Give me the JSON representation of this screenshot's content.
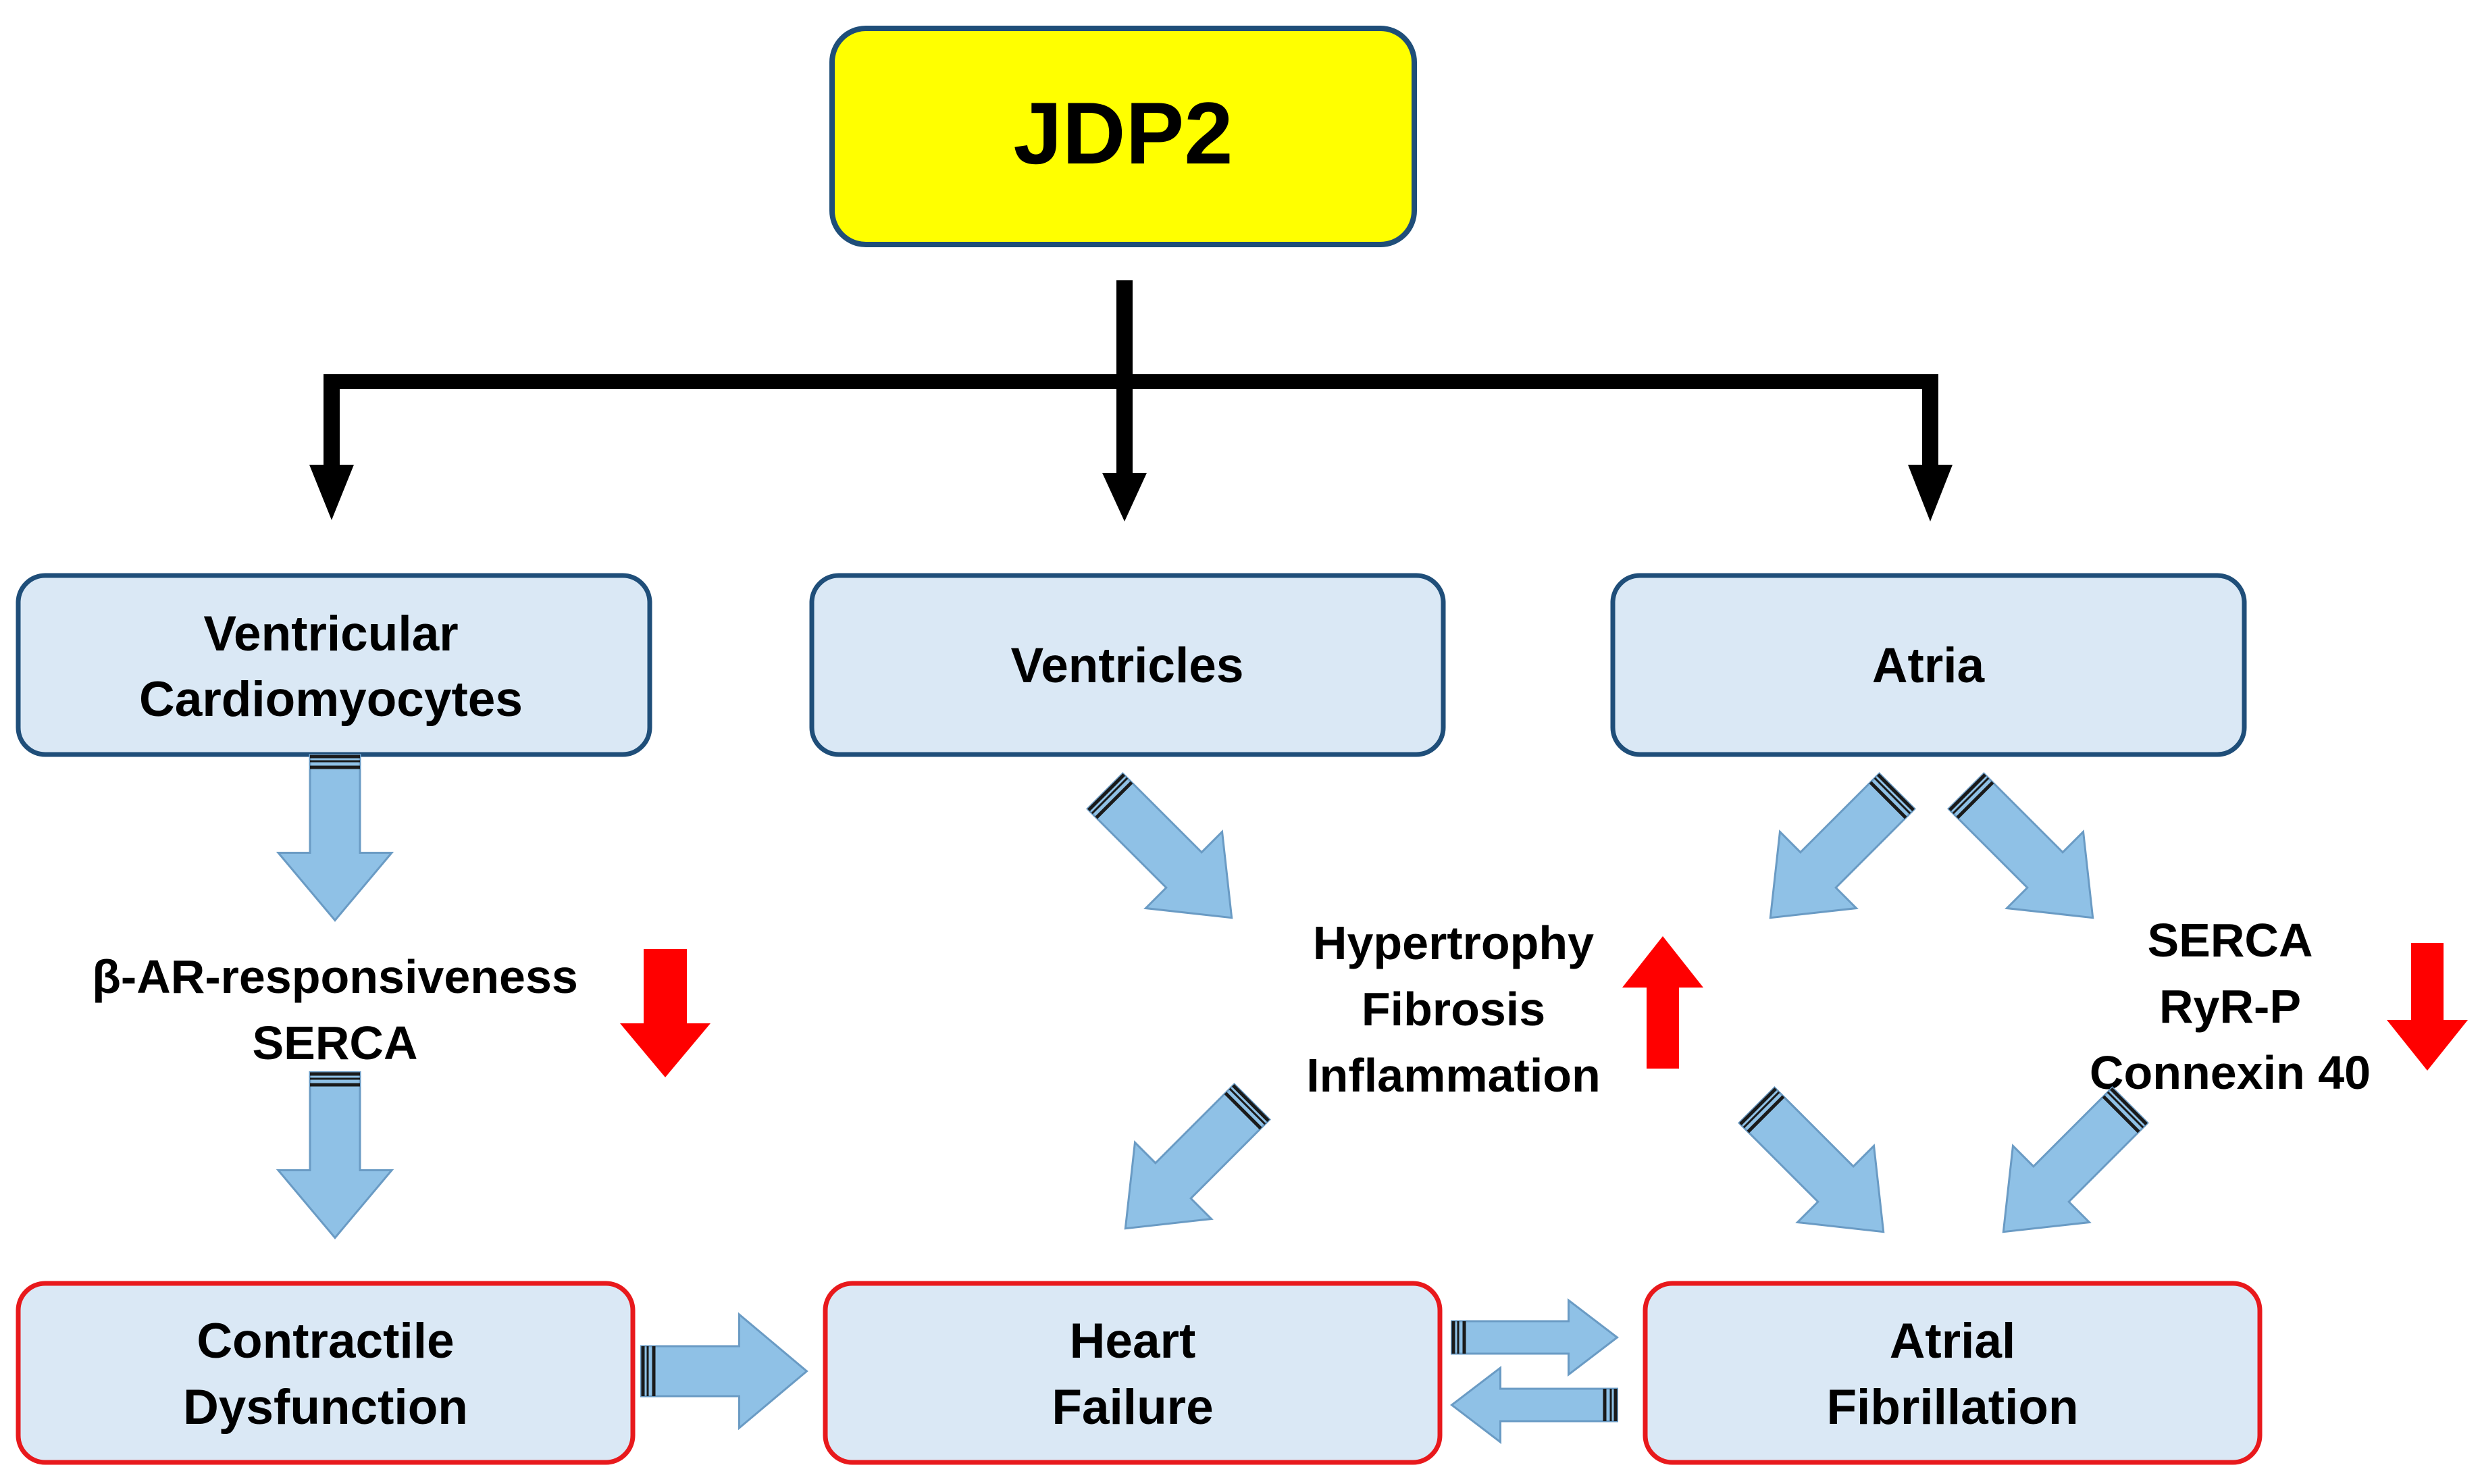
{
  "colors": {
    "title_fill": "#ffff00",
    "title_border": "#1f4e79",
    "box_fill": "#dae8f5",
    "box_border_blue": "#1f4e79",
    "box_border_red": "#e8191c",
    "arrow_blue": "#8fc1e6",
    "arrow_red": "#ff0000",
    "connector": "#000000"
  },
  "title": "JDP2",
  "boxes": {
    "ventricular_cardiomyocytes": [
      "Ventricular",
      "Cardiomyocytes"
    ],
    "ventricles": [
      "Ventricles"
    ],
    "atria": [
      "Atria"
    ],
    "contractile_dysfunction": [
      "Contractile",
      "Dysfunction"
    ],
    "heart_failure": [
      "Heart",
      "Failure"
    ],
    "atrial_fibrillation": [
      "Atrial",
      "Fibrillation"
    ]
  },
  "labels": {
    "left_effects": [
      "β-AR-responsiveness",
      "SERCA"
    ],
    "middle_effects": [
      "Hypertrophy",
      "Fibrosis",
      "Inflammation"
    ],
    "right_effects": [
      "SERCA",
      "RyR-P",
      "Connexin 40"
    ]
  },
  "indicators": {
    "left_effects": "down",
    "middle_effects": "up",
    "right_effects": "down"
  }
}
